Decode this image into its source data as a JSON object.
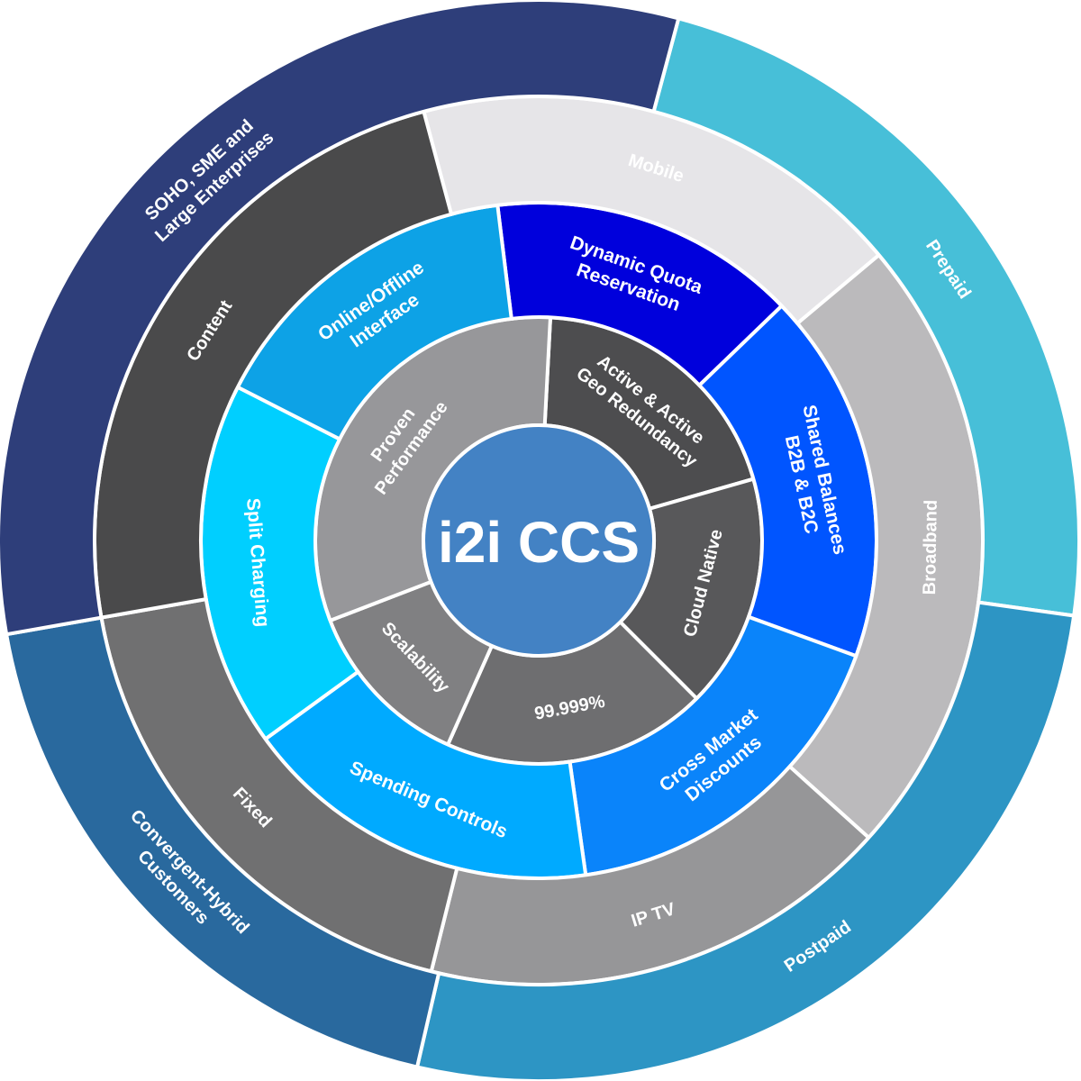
{
  "center": {
    "label": "i2i CCS",
    "color": "#4382C4"
  },
  "separator_color": "#ffffff",
  "rings": [
    {
      "name": "core-features",
      "segments": [
        {
          "label": "Active & Active\nGeo Redundancy",
          "color": "#4D4D4F"
        },
        {
          "label": "Cloud Native",
          "color": "#58585A"
        },
        {
          "label": "99.999%",
          "color": "#6E6E70"
        },
        {
          "label": "Scalability",
          "color": "#808082"
        },
        {
          "label": "Proven\nPerformance",
          "color": "#97979A"
        }
      ]
    },
    {
      "name": "capabilities",
      "segments": [
        {
          "label": "Dynamic Quota\nReservation",
          "color": "#0000DC"
        },
        {
          "label": "Shared Balances\nB2B & B2C",
          "color": "#0055FF"
        },
        {
          "label": "Cross Market\nDiscounts",
          "color": "#0A84FA"
        },
        {
          "label": "Spending Controls",
          "color": "#00AAFF"
        },
        {
          "label": "Split Charging",
          "color": "#00CFFF"
        },
        {
          "label": "Online/Offline\nInterface",
          "color": "#0DA2E6"
        }
      ]
    },
    {
      "name": "services",
      "segments": [
        {
          "label": "Mobile",
          "color": "#E6E5E8"
        },
        {
          "label": "Broadband",
          "color": "#BBBABC"
        },
        {
          "label": "IP TV",
          "color": "#969698"
        },
        {
          "label": "Fixed",
          "color": "#707071"
        },
        {
          "label": "Content",
          "color": "#4A4A4B"
        }
      ]
    },
    {
      "name": "customers",
      "segments": [
        {
          "label": "Prepaid",
          "color": "#47BFD8"
        },
        {
          "label": "Postpaid",
          "color": "#2D95C4"
        },
        {
          "label": "Convergent-Hybrid\nCustomers",
          "color": "#29699E"
        },
        {
          "label": "SOHO, SME and\nLarge Enterprises",
          "color": "#2E3E7A"
        }
      ]
    }
  ]
}
